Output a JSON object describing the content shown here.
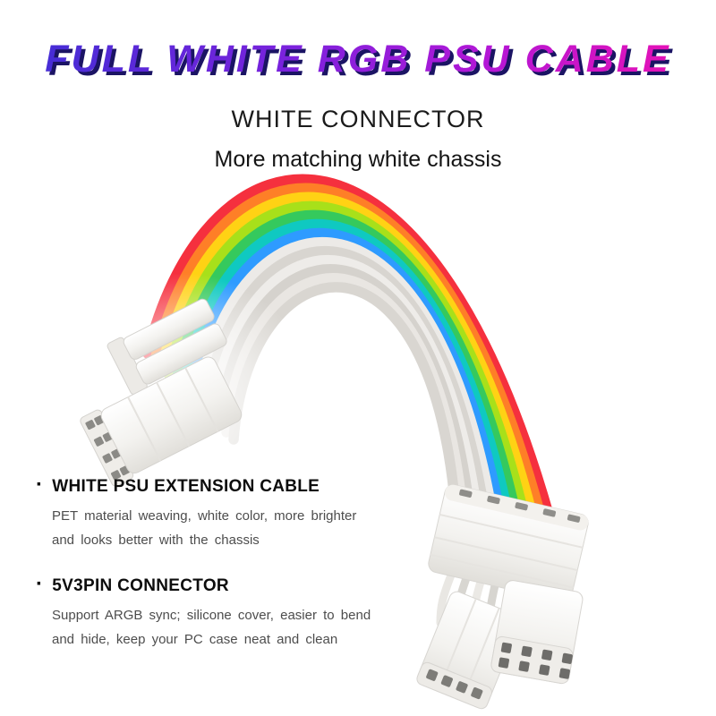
{
  "title": "FULL WHITE RGB PSU CABLE",
  "subtitle": "WHITE CONNECTOR",
  "tagline": "More matching white chassis",
  "features": [
    {
      "bullet": "·",
      "heading": "WHITE PSU EXTENSION CABLE",
      "lines": [
        "PET material weaving, white color, more brighter",
        "and looks better with the chassis"
      ]
    },
    {
      "bullet": "·",
      "heading": "5V3PIN CONNECTOR",
      "lines": [
        "Support ARGB sync; silicone cover, easier to bend",
        "and hide, keep your PC case neat and clean"
      ]
    }
  ],
  "colors": {
    "background": "#ffffff",
    "title_gradient": [
      "#3d2fd4",
      "#7a22dd",
      "#b317d6",
      "#f011b0"
    ],
    "title_shadow": "#1b1464",
    "heading_text": "#0d0d0d",
    "body_text": "#4d4d4d",
    "rainbow": [
      "#f5303e",
      "#fe7f27",
      "#ffd214",
      "#a8e01a",
      "#35c95d",
      "#0fc9c1",
      "#2e9bff"
    ],
    "cable_whites": [
      "#eceae7",
      "#d8d5d0",
      "#eeece9",
      "#d5d2cd",
      "#e9e6e2",
      "#d9d6d1"
    ],
    "connector_white": "#f7f6f4",
    "pin_hole": "#6e6d6a"
  }
}
